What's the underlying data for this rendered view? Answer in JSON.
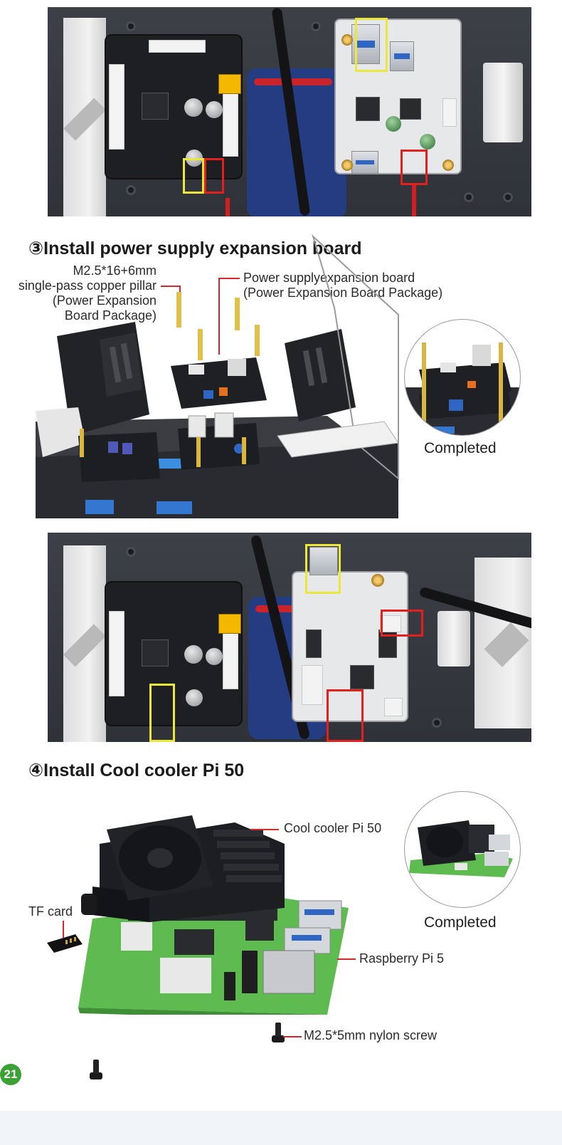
{
  "step3": {
    "title": "③Install power supply expansion board",
    "pillar_label": [
      "M2.5*16+6mm",
      "single-pass copper pillar",
      "(Power Expansion",
      "Board Package)"
    ],
    "board_label": [
      "Power supplyexpansion board",
      "(Power Expansion Board Package)"
    ],
    "completed": "Completed"
  },
  "step4": {
    "title": "④Install Cool cooler Pi 50",
    "cooler_label": "Cool cooler Pi 50",
    "tf_label": "TF card",
    "pi_label": "Raspberry Pi 5",
    "screw_label": "M2.5*5mm nylon screw",
    "completed": "Completed"
  },
  "page": {
    "number": "21"
  },
  "colors": {
    "highlight_yellow": "#ece83a",
    "highlight_red": "#e3201c",
    "leader_red": "#d8262a",
    "pcb_green": "#5dbb4f",
    "page_badge": "#3aa135"
  },
  "icons": [
    "nylon-screw-icon"
  ]
}
